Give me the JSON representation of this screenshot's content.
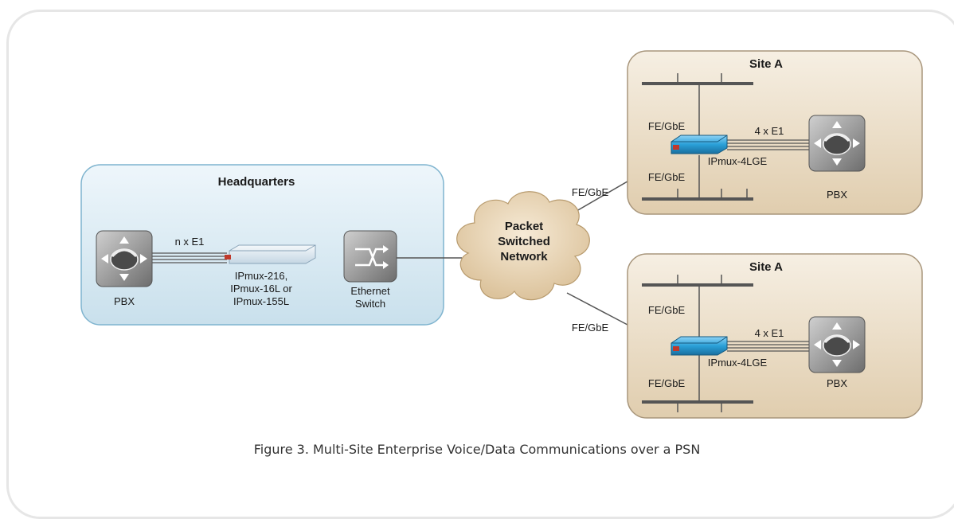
{
  "colors": {
    "hq_fill": "#dcecf4",
    "hq_border": "#7fb4cf",
    "site_fill": "#eadcc6",
    "site_border": "#a8967c",
    "cloud_fill": "#e9d5b4",
    "device_blue": "#2aa0d8",
    "line": "#555555"
  },
  "headquarters": {
    "title": "Headquarters",
    "pbx_label": "PBX",
    "link_label": "n x E1",
    "ipmux_label_lines": [
      "IPmux-216,",
      "IPmux-16L or",
      "IPmux-155L"
    ],
    "switch_label_lines": [
      "Ethernet",
      "Switch"
    ]
  },
  "cloud": {
    "lines": [
      "Packet",
      "Switched",
      "Network"
    ]
  },
  "links": {
    "upper_label": "FE/GbE",
    "lower_label": "FE/GbE"
  },
  "sites": [
    {
      "title": "Site A",
      "top_bus_label": "FE/GbE",
      "bottom_bus_label": "FE/GbE",
      "e1_label": "4 x E1",
      "device_label": "IPmux-4LGE",
      "pbx_label": "PBX"
    },
    {
      "title": "Site A",
      "top_bus_label": "FE/GbE",
      "bottom_bus_label": "FE/GbE",
      "e1_label": "4 x E1",
      "device_label": "IPmux-4LGE",
      "pbx_label": "PBX"
    }
  ],
  "caption": "Figure 3.  Multi-Site Enterprise Voice/Data Communications over a PSN"
}
